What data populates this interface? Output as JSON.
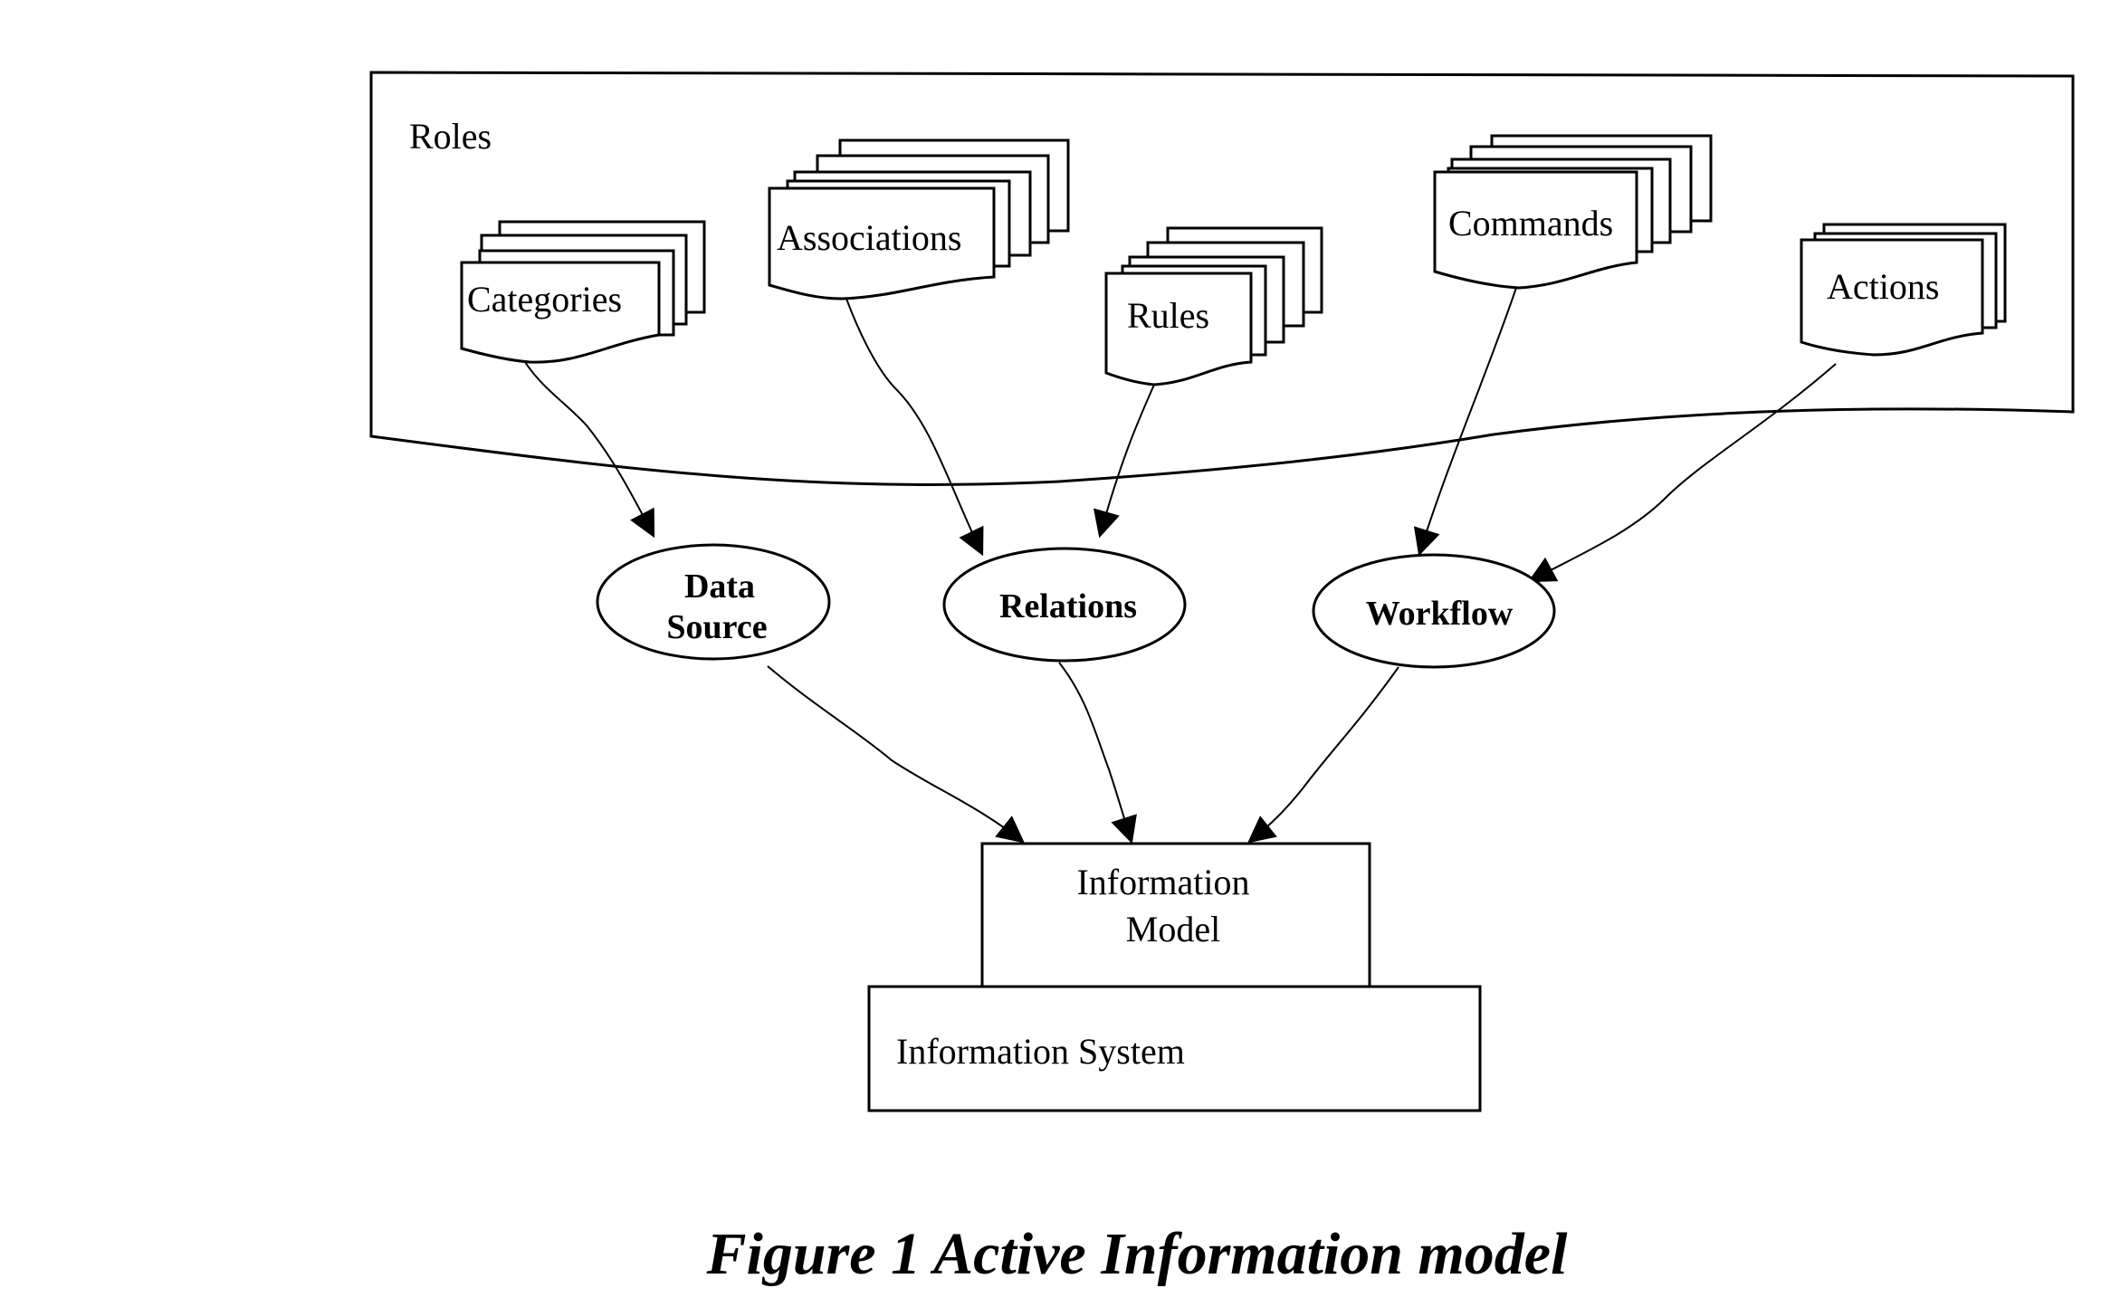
{
  "roles_label": "Roles",
  "documents": {
    "categories": "Categories",
    "associations": "Associations",
    "rules": "Rules",
    "commands": "Commands",
    "actions": "Actions"
  },
  "nodes": {
    "data_source_line1": "Data",
    "data_source_line2": "Source",
    "relations": "Relations",
    "workflow": "Workflow"
  },
  "information_model_line1": "Information",
  "information_model_line2": "Model",
  "information_system": "Information System",
  "caption": "Figure 1 Active Information model"
}
